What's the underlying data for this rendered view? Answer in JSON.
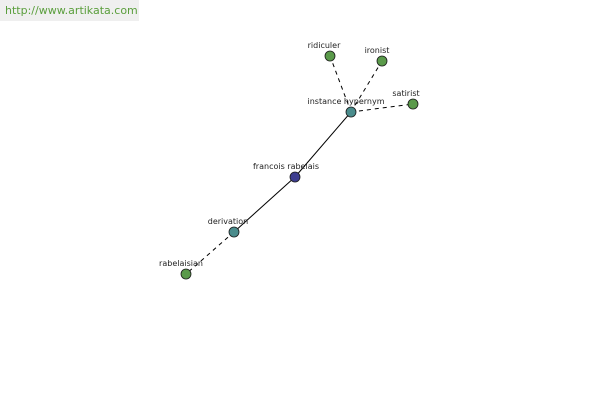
{
  "watermark": {
    "text": "http://www.artikata.com",
    "color": "#5a9e3c"
  },
  "graph": {
    "nodes": [
      {
        "id": "francois",
        "label": "francois rabelais",
        "color": "#3d3d8f"
      },
      {
        "id": "instance",
        "label": "instance hypernym",
        "color": "#4a8c8c"
      },
      {
        "id": "derivation",
        "label": "derivation",
        "color": "#4a8c8c"
      },
      {
        "id": "ridiculer",
        "label": "ridiculer",
        "color": "#5a9a4a"
      },
      {
        "id": "ironist",
        "label": "ironist",
        "color": "#5a9a4a"
      },
      {
        "id": "satirist",
        "label": "satirist",
        "color": "#5a9a4a"
      },
      {
        "id": "rabelaisian",
        "label": "rabelaisian",
        "color": "#5a9a4a"
      }
    ],
    "edges": [
      {
        "from": "francois",
        "to": "instance",
        "style": "solid"
      },
      {
        "from": "francois",
        "to": "derivation",
        "style": "solid"
      },
      {
        "from": "instance",
        "to": "ridiculer",
        "style": "dashed"
      },
      {
        "from": "instance",
        "to": "ironist",
        "style": "dashed"
      },
      {
        "from": "instance",
        "to": "satirist",
        "style": "dashed"
      },
      {
        "from": "derivation",
        "to": "rabelaisian",
        "style": "dashed"
      }
    ]
  }
}
